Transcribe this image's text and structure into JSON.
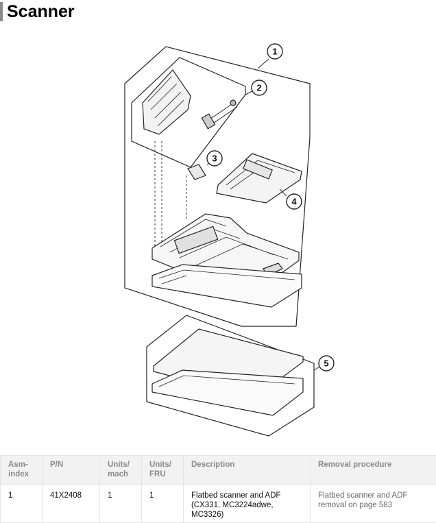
{
  "page": {
    "title": "Scanner"
  },
  "diagram": {
    "callouts": [
      "1",
      "2",
      "3",
      "4",
      "5"
    ]
  },
  "table": {
    "headers": [
      "Asm-\nindex",
      "P/N",
      "Units/\nmach",
      "Units/\nFRU",
      "Description",
      "Removal procedure"
    ],
    "rows": [
      {
        "asm_index": "1",
        "pn": "41X2408",
        "units_mach": "1",
        "units_fru": "1",
        "description": "Flatbed scanner and ADF (CX331, MC3224adwe, MC3326)",
        "removal": "Flatbed scanner and ADF removal on page 583"
      }
    ]
  }
}
